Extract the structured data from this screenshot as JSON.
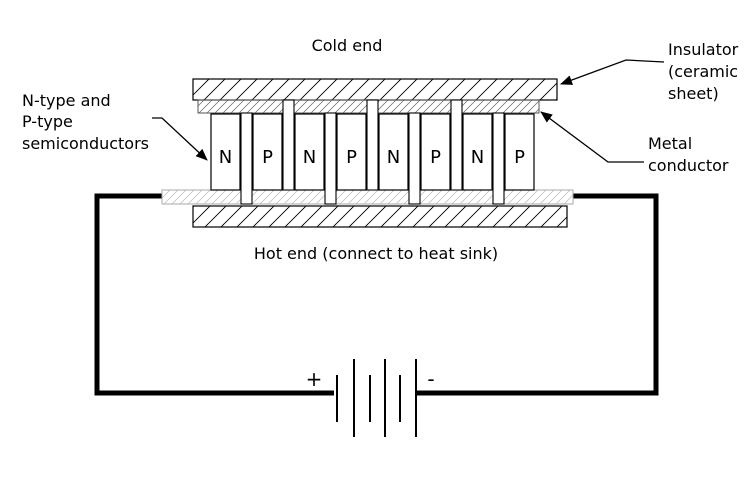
{
  "labels": {
    "cold_end": "Cold end",
    "hot_end": "Hot end (connect to heat sink)",
    "semiconductors_line1": "N-type and",
    "semiconductors_line2": "P-type",
    "semiconductors_line3": "semiconductors",
    "insulator_line1": "Insulator",
    "insulator_line2": "(ceramic",
    "insulator_line3": "sheet)",
    "metal_line1": "Metal",
    "metal_line2": "conductor"
  },
  "elements": [
    "N",
    "P",
    "N",
    "P",
    "N",
    "P",
    "N",
    "P"
  ],
  "battery": {
    "positive": "+",
    "negative": "-"
  }
}
